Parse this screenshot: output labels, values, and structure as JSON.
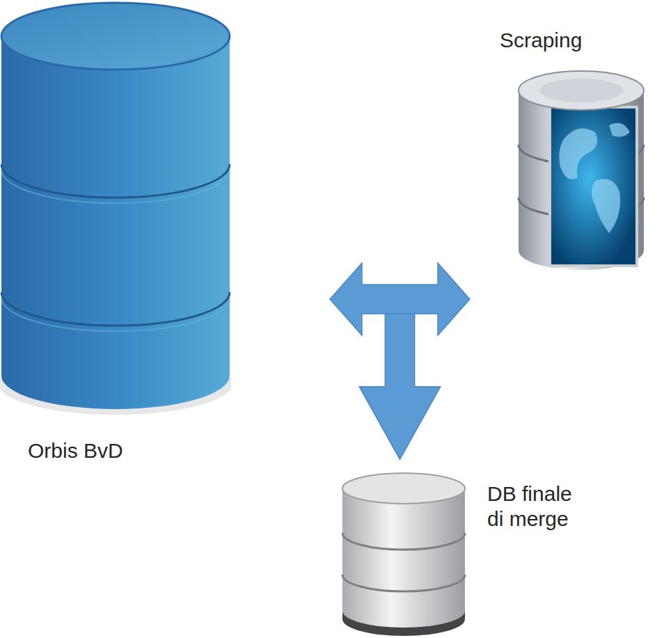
{
  "diagram": {
    "nodes": [
      {
        "text": [
          "Orbis BvD"
        ]
      },
      {
        "text": [
          "Scraping"
        ]
      },
      {
        "text": [
          "DB finale di merge"
        ]
      }
    ],
    "edges": [
      {
        "from": 0,
        "to": 1,
        "arrow": "both"
      },
      {
        "from": 0,
        "to": 2,
        "arrow": "to"
      },
      {
        "from": 1,
        "to": 2,
        "arrow": "to"
      }
    ]
  }
}
